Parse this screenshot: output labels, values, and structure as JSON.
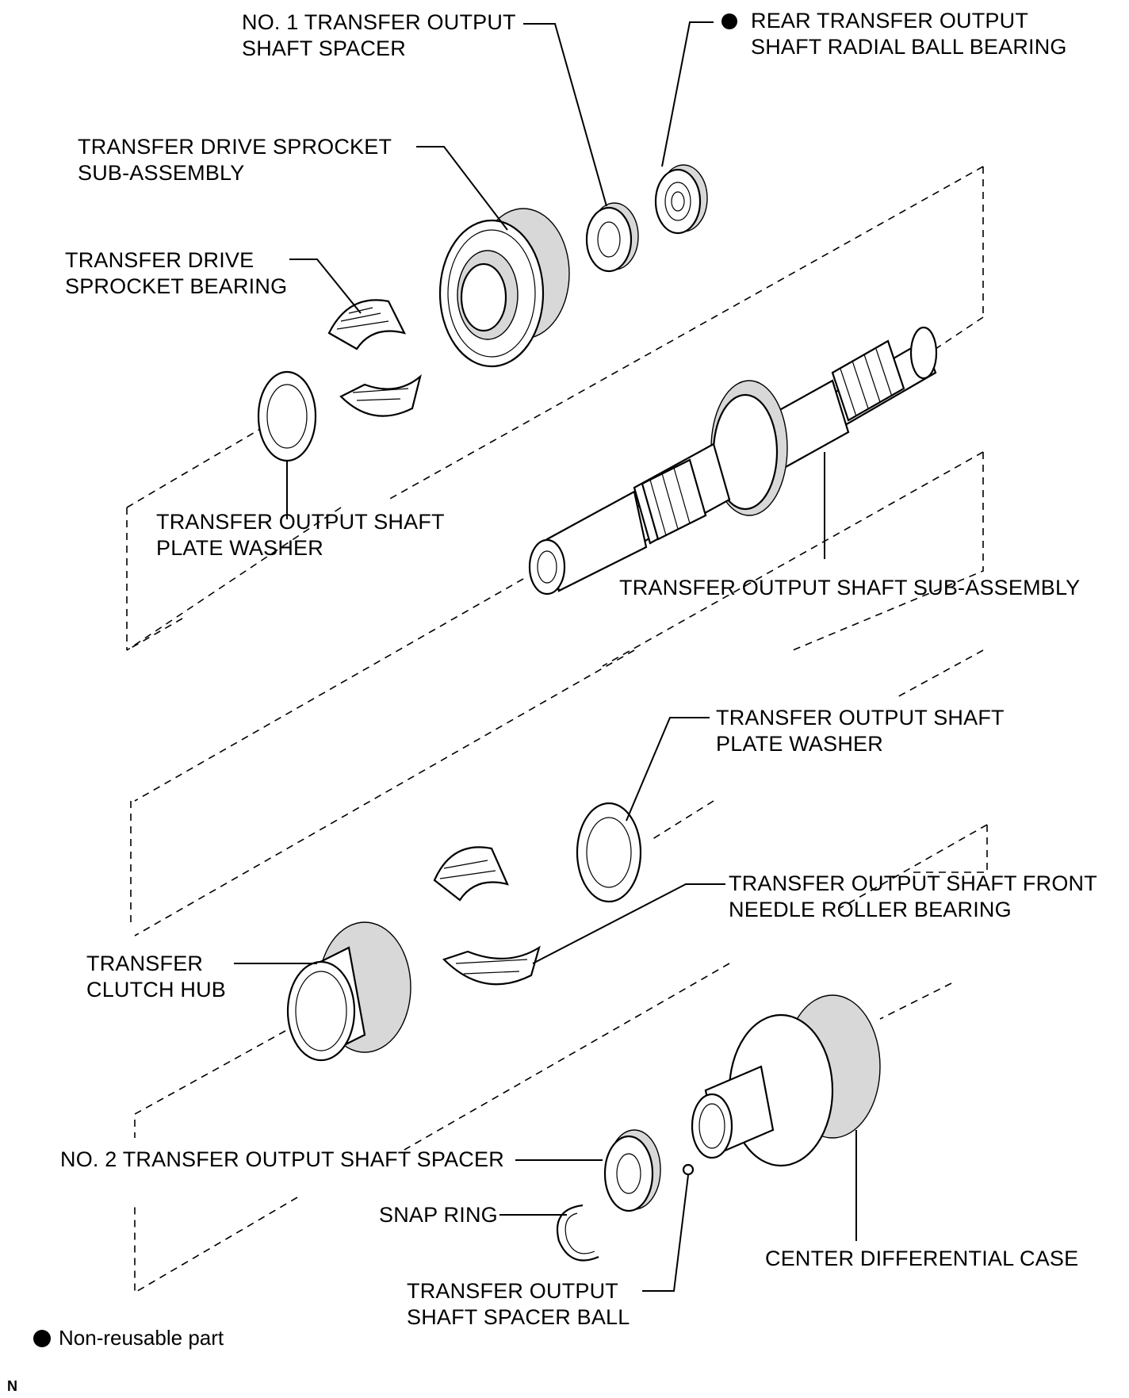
{
  "labels": {
    "no1_spacer": [
      "NO. 1 TRANSFER OUTPUT",
      "SHAFT SPACER"
    ],
    "rear_bearing": [
      "REAR TRANSFER OUTPUT",
      "SHAFT RADIAL BALL BEARING"
    ],
    "drive_sprocket": [
      "TRANSFER DRIVE SPROCKET",
      "SUB-ASSEMBLY"
    ],
    "sprocket_bearing": [
      "TRANSFER DRIVE",
      "SPROCKET BEARING"
    ],
    "plate_washer_upper": [
      "TRANSFER OUTPUT SHAFT",
      "PLATE WASHER"
    ],
    "output_shaft": [
      "TRANSFER OUTPUT SHAFT SUB-ASSEMBLY"
    ],
    "plate_washer_lower": [
      "TRANSFER OUTPUT SHAFT",
      "PLATE WASHER"
    ],
    "front_needle_bearing": [
      "TRANSFER OUTPUT SHAFT FRONT",
      "NEEDLE ROLLER BEARING"
    ],
    "clutch_hub": [
      "TRANSFER",
      "CLUTCH HUB"
    ],
    "no2_spacer": [
      "NO. 2 TRANSFER OUTPUT SHAFT SPACER"
    ],
    "snap_ring": [
      "SNAP RING"
    ],
    "center_diff": [
      "CENTER DIFFERENTIAL CASE"
    ],
    "spacer_ball": [
      "TRANSFER OUTPUT",
      "SHAFT SPACER BALL"
    ]
  },
  "legend": {
    "text": "Non-reusable part",
    "symbol": "filled-circle"
  },
  "figure_code": "N"
}
